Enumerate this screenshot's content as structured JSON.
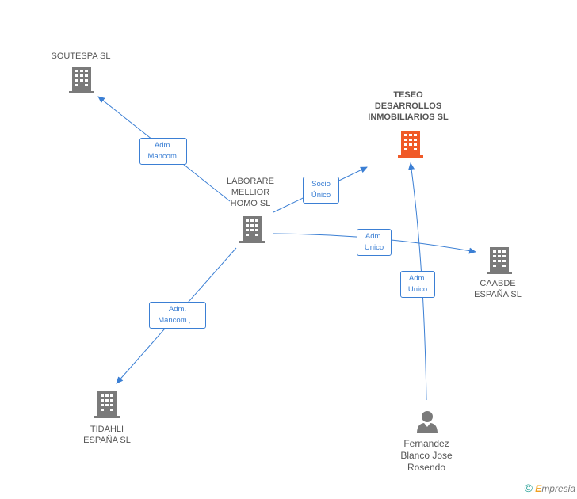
{
  "colors": {
    "edge": "#3b7fd4",
    "building": "#7a7a7a",
    "focus_building": "#f05a28",
    "person": "#7a7a7a"
  },
  "nodes": {
    "soutespa": {
      "label": "SOUTESPA SL",
      "icon": "building-icon"
    },
    "teseo": {
      "label": "TESEO\nDESARROLLOS\nINMOBILIARIOS SL",
      "icon": "building-icon"
    },
    "laborare": {
      "label": "LABORARE\nMELLIOR\nHOMO  SL",
      "icon": "building-icon"
    },
    "caabde": {
      "label": "CAABDE\nESPAÑA SL",
      "icon": "building-icon"
    },
    "tidahli": {
      "label": "TIDAHLI\nESPAÑA SL",
      "icon": "building-icon"
    },
    "fernandez": {
      "label": "Fernandez\nBlanco Jose\nRosendo",
      "icon": "person-icon"
    }
  },
  "edges": {
    "to_soutespa": "Adm.\nMancom.",
    "to_teseo": "Socio\nÚnico",
    "to_caabde": "Adm.\nUnico",
    "person_to_teseo": "Adm.\nUnico",
    "to_tidahli": "Adm.\nMancom.,..."
  },
  "footer": {
    "copyright": "©",
    "brand_first": "E",
    "brand_rest": "mpresia"
  }
}
